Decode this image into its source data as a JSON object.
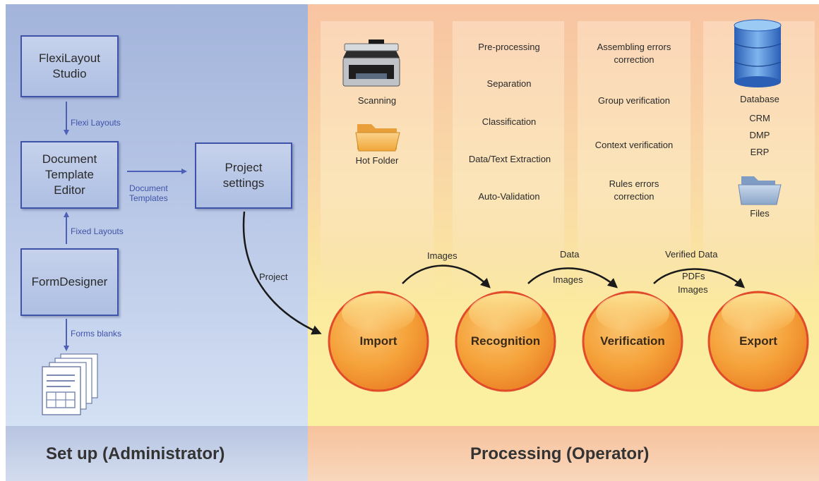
{
  "setup": {
    "footer": "Set up (Administrator)",
    "boxes": {
      "flexilayout": "FlexiLayout\nStudio",
      "template_editor": "Document\nTemplate\nEditor",
      "formdesigner": "FormDesigner",
      "project_settings": "Project\nsettings"
    },
    "arrows": {
      "flexi_layouts": "Flexi Layouts",
      "document_templates": "Document\nTemplates",
      "fixed_layouts": "Fixed Layouts",
      "forms_blanks": "Forms blanks",
      "project": "Project"
    }
  },
  "processing": {
    "footer": "Processing (Operator)",
    "stages": [
      "Import",
      "Recognition",
      "Verification",
      "Export"
    ],
    "import_sources": [
      "Scanning",
      "Hot Folder"
    ],
    "recognition_steps": [
      "Pre-processing",
      "Separation",
      "Classification",
      "Data/Text Extraction",
      "Auto-Validation"
    ],
    "verification_steps": [
      "Assembling errors\ncorrection",
      "Group verification",
      "Context verification",
      "Rules errors\ncorrection"
    ],
    "export_targets": [
      "Database",
      "CRM",
      "DMP",
      "ERP",
      "Files"
    ],
    "flows": {
      "import_to_recognition": "Images",
      "recognition_to_verification": [
        "Data",
        "Images"
      ],
      "verification_to_export": [
        "Verified Data",
        "PDFs",
        "Images"
      ]
    }
  },
  "colors": {
    "box_border": "#3f53a8",
    "setup_arrow": "#4e5fb8",
    "flow_arrow": "#1a1a1a",
    "stage_ball": "#f6a23c",
    "stage_ring": "#e14a2a"
  },
  "icons": [
    "scanner-icon",
    "folder-icon",
    "database-icon",
    "document-stack-icon"
  ]
}
